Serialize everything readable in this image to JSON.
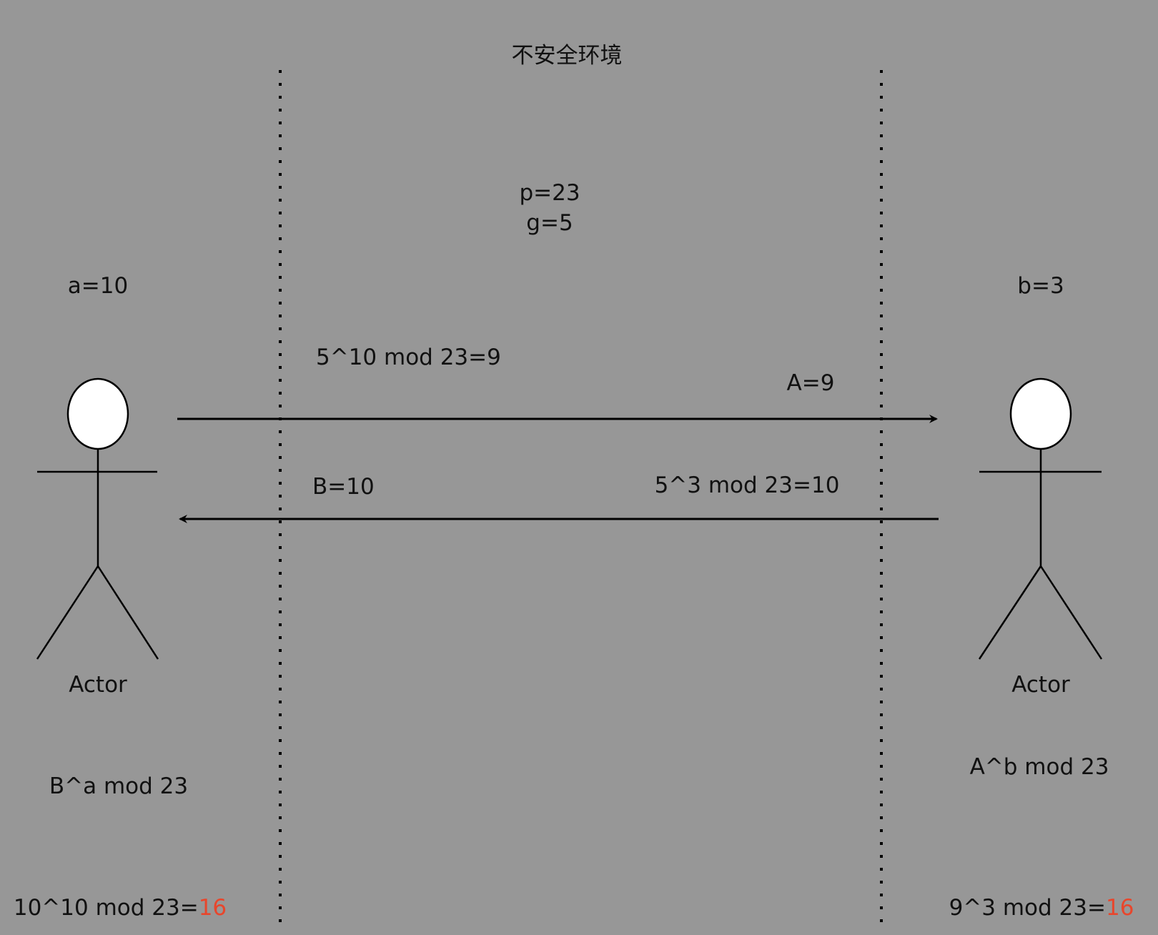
{
  "diagram": {
    "title": "不安全环境",
    "public_params": {
      "p": "p=23",
      "g": "g=5"
    },
    "left_actor": {
      "name": "Actor",
      "secret": "a=10",
      "formula": "B^a mod 23",
      "result_prefix": "10^10 mod 23=",
      "result_value": "16"
    },
    "right_actor": {
      "name": "Actor",
      "secret": "b=3",
      "formula": "A^b mod 23",
      "result_prefix": "9^3 mod 23=",
      "result_value": "16"
    },
    "messages": [
      {
        "direction": "right",
        "computation": "5^10 mod 23=9",
        "value_label": "A=9"
      },
      {
        "direction": "left",
        "computation": "5^3 mod 23=10",
        "value_label": "B=10"
      }
    ],
    "colors": {
      "background": "#979797",
      "stroke": "#000000",
      "accent": "#e8462c",
      "actor_head_fill": "#ffffff"
    }
  }
}
